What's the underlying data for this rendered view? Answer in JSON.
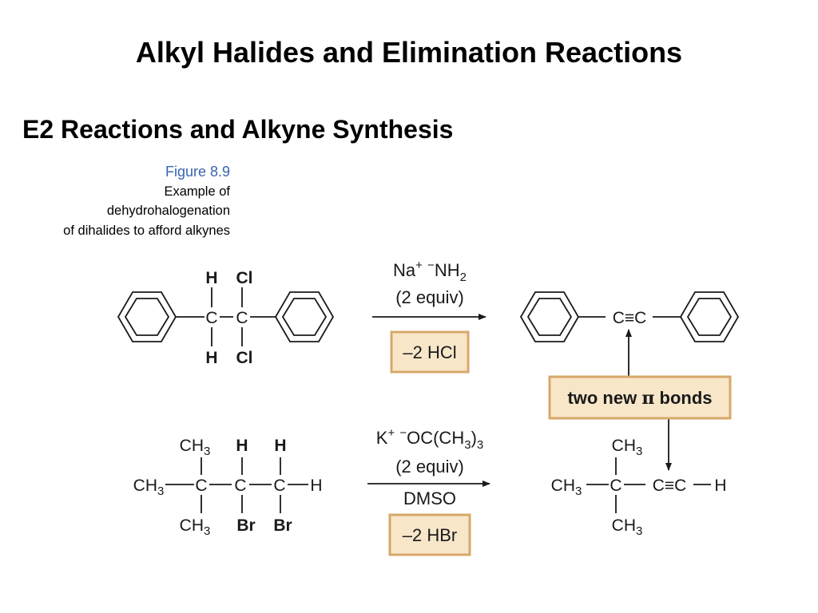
{
  "slide_title": "Alkyl Halides and Elimination Reactions",
  "section_heading": "E2 Reactions and Alkyne Synthesis",
  "caption": {
    "figure_number": "Figure 8.9",
    "line1": "Example of",
    "line2": "dehydrohalogenation",
    "line3": "of dihalides to afford alkynes"
  },
  "colors": {
    "box_fill": "#f8e6c9",
    "box_border": "#d7a86a",
    "figure_number": "#3a64b0",
    "ink": "#1a1a1a"
  },
  "reaction1": {
    "reagent": {
      "cation": "Na",
      "base": "NH",
      "base_sub": "2"
    },
    "equiv": "(2 equiv)",
    "byproduct": "–2 HCl"
  },
  "reaction2": {
    "reagent": {
      "cation": "K",
      "base": "OC(CH",
      "base_sub": "3",
      "base_close": ")",
      "base_close_sub": "3"
    },
    "equiv": "(2 equiv)",
    "solvent": "DMSO",
    "byproduct": "–2 HBr"
  },
  "callout": {
    "pre": "two new ",
    "pi": "π",
    "post": " bonds"
  },
  "atoms": {
    "H": "H",
    "C": "C",
    "Cl": "Cl",
    "Br": "Br",
    "CH": "CH",
    "sub3": "3",
    "plus": "+",
    "minus": "−",
    "triple": "≡"
  }
}
